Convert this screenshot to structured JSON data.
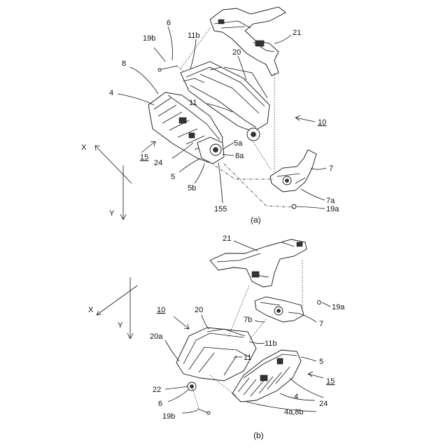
{
  "panel_a": {
    "caption": "(a)",
    "labels": {
      "l6": "6",
      "l19b": "19b",
      "l11b": "11b",
      "l21": "21",
      "l8": "8",
      "l20": "20",
      "l4": "4",
      "l11": "11",
      "l10": "10",
      "lX": "X",
      "l5a": "5a",
      "l15": "15",
      "l24": "24",
      "l8a": "8a",
      "l7": "7",
      "l5": "5",
      "l5b": "5b",
      "l7a": "7a",
      "lY": "Y",
      "l155": "155",
      "l19a": "19a"
    }
  },
  "panel_b": {
    "caption": "(b)",
    "labels": {
      "l21": "21",
      "l19a": "19a",
      "lX": "X",
      "l10": "10",
      "l20": "20",
      "l7b": "7b",
      "l7": "7",
      "lY": "Y",
      "l20a": "20a",
      "l11b": "11b",
      "l11": "11",
      "l5": "5",
      "l15": "15",
      "l22": "22",
      "l6": "6",
      "l4": "4",
      "l24": "24",
      "l4a8b": "4a,8b",
      "l19b": "19b"
    }
  }
}
